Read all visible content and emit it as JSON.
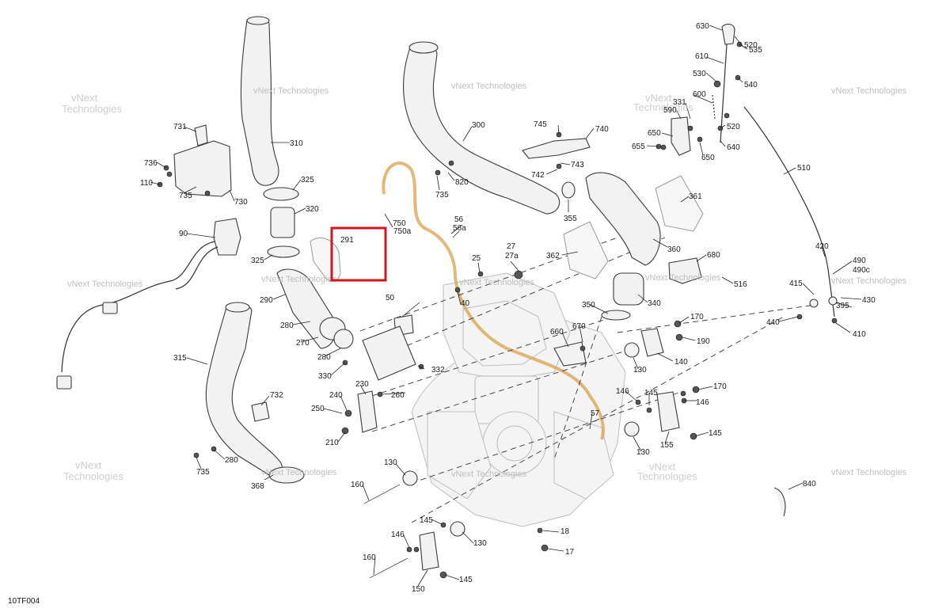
{
  "diagram": {
    "reference_code": "10TF004",
    "watermark_line1": "vNext",
    "watermark_line2": "Technologies",
    "watermark_small": "vNext Technologies",
    "highlight": {
      "label": "291",
      "color": "#d6141c"
    },
    "callouts": [
      "630",
      "520",
      "610",
      "535",
      "530",
      "540",
      "600",
      "590",
      "331",
      "520",
      "650",
      "655",
      "650",
      "640",
      "510",
      "745",
      "740",
      "743",
      "742",
      "820",
      "735",
      "300",
      "355",
      "361",
      "360",
      "362",
      "680",
      "516",
      "731",
      "736",
      "110",
      "735",
      "730",
      "310",
      "325",
      "320",
      "325",
      "90",
      "290",
      "280",
      "270",
      "280",
      "330",
      "750",
      "750a",
      "56",
      "56a",
      "27",
      "27a",
      "25",
      "40",
      "50",
      "332",
      "260",
      "240",
      "230",
      "250",
      "210",
      "350",
      "340",
      "170",
      "190",
      "140",
      "130",
      "660",
      "670",
      "146",
      "145",
      "170",
      "146",
      "145",
      "155",
      "130",
      "57",
      "420",
      "490",
      "490c",
      "415",
      "395",
      "430",
      "440",
      "410",
      "315",
      "732",
      "280",
      "735",
      "368",
      "130",
      "160",
      "145",
      "146",
      "130",
      "160",
      "150",
      "145",
      "18",
      "17",
      "840"
    ]
  }
}
